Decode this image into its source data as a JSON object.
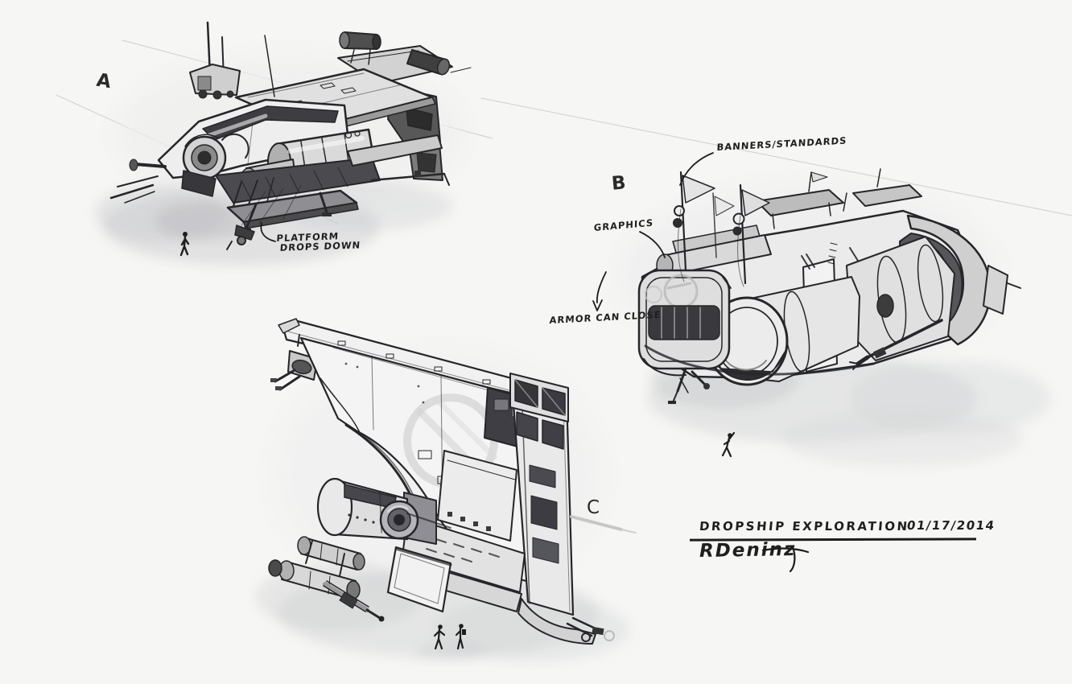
{
  "artwork": {
    "background_color": "#f6f6f4",
    "ink_color": "#1f1f1f",
    "variant_labels": {
      "a": "A",
      "b": "B",
      "c": "C"
    },
    "annotations": {
      "banners_standards": "BANNERS/STANDARDS",
      "graphics": "GRAPHICS",
      "armor_can_close": "ARMOR CAN CLOSE",
      "platform_drops_down": {
        "line1": "PLATFORM",
        "line2": "DROPS DOWN"
      }
    },
    "title_block": {
      "title": "DROPSHIP EXPLORATION",
      "date": "01/17/2014",
      "signature": "RDeninz"
    }
  }
}
